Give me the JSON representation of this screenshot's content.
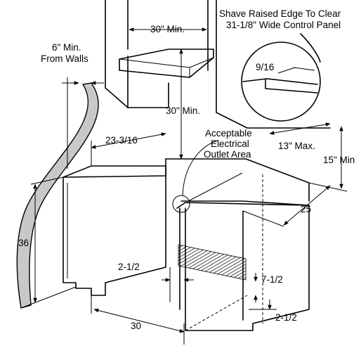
{
  "labels": {
    "shave_line1": "Shave Raised Edge To Clear",
    "shave_line2": "31-1/8\" Wide Control Panel",
    "hood_width": "30\" Min.",
    "wall_clear_line1": "6\" Min.",
    "wall_clear_line2": "From Walls",
    "detail_dim": "9/16",
    "vertical_clear": "30\" Min.",
    "depth_left": "23-3/16",
    "outlet_line1": "Acceptable",
    "outlet_line2": "Electrical",
    "outlet_line3": "Outlet Area",
    "cabinet_max": "13\" Max.",
    "outlet_min": "15\" Min",
    "depth_25": "25",
    "height_36": "36",
    "gap_left": "2-1/2",
    "outlet_height": "7-1/2",
    "gap_bottom": "2-1/2",
    "width_30": "30"
  },
  "colors": {
    "line": "#000000",
    "wall_fill": "#c8c8c8",
    "background": "#ffffff"
  }
}
